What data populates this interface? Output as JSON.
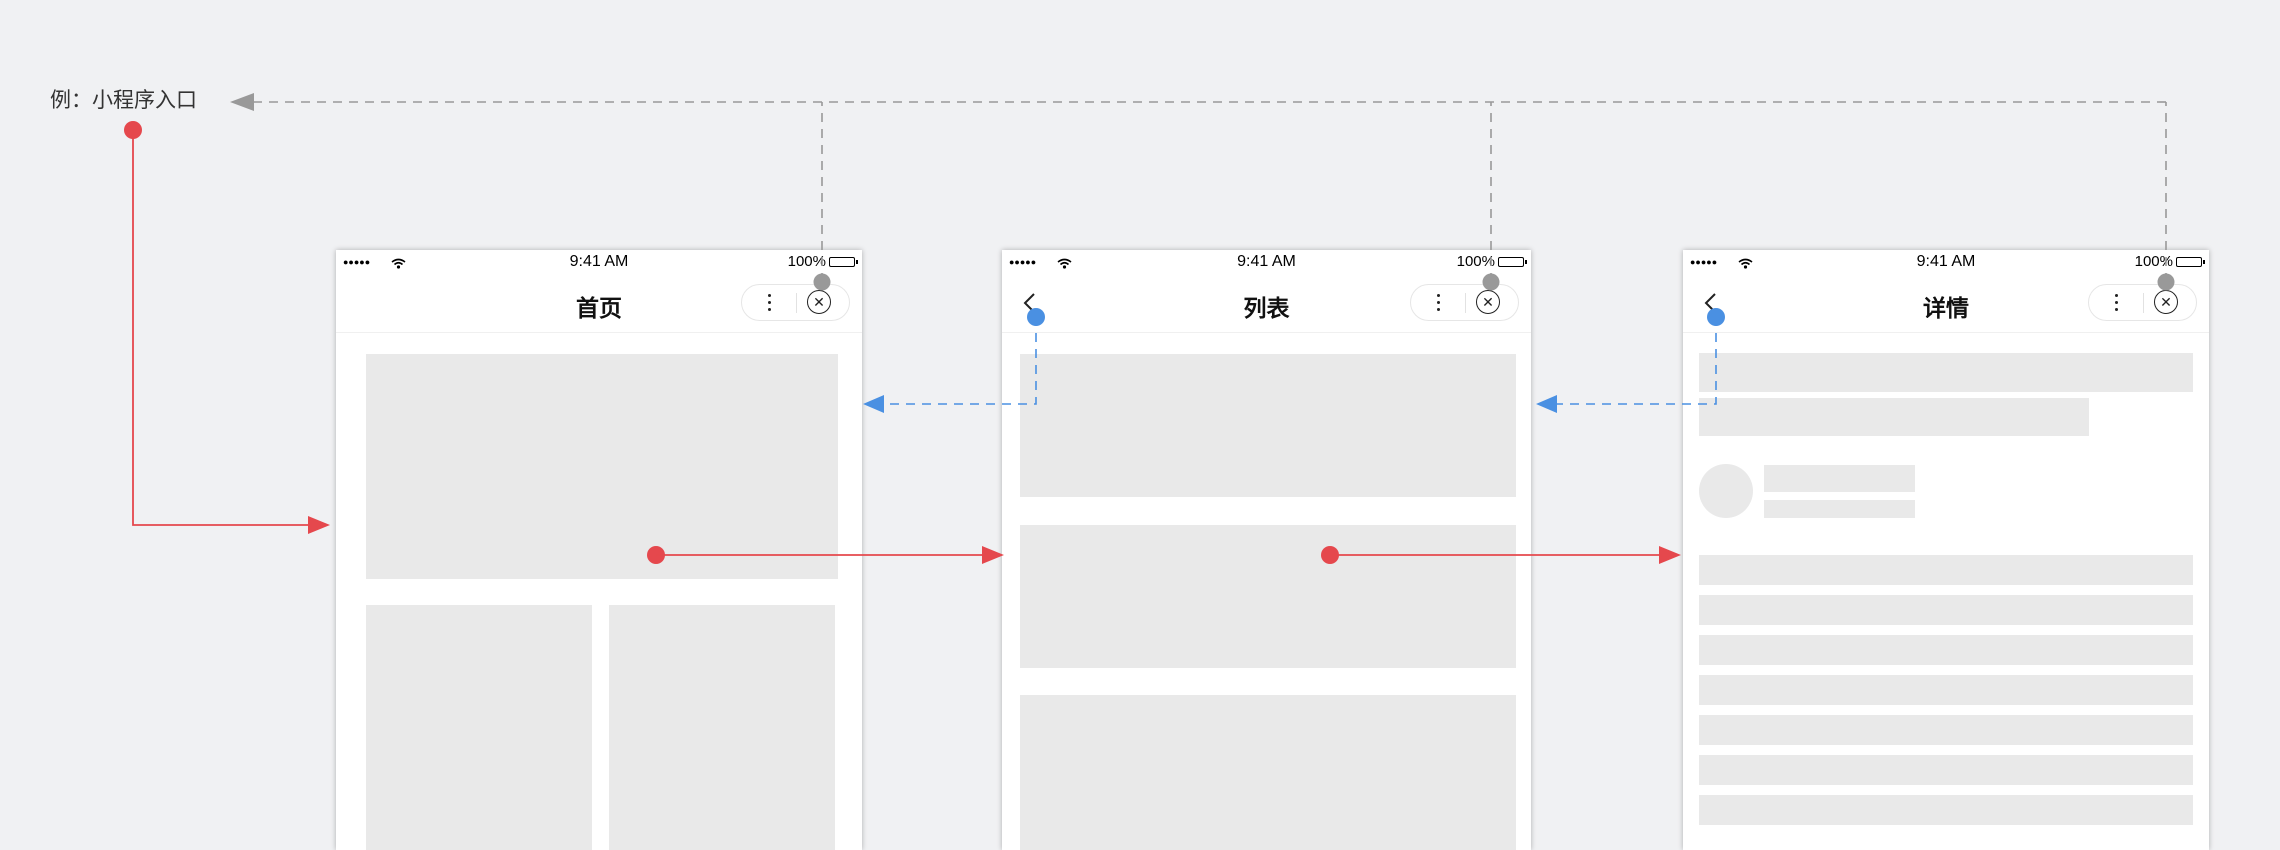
{
  "entry": {
    "label": "例：小程序入口"
  },
  "status_bar": {
    "time": "9:41 AM",
    "battery": "100%"
  },
  "pages": [
    {
      "title": "首页",
      "has_back": false
    },
    {
      "title": "列表",
      "has_back": true
    },
    {
      "title": "详情",
      "has_back": true
    }
  ],
  "icons": {
    "signal": "signal-dots-icon",
    "wifi": "wifi-icon",
    "battery": "battery-icon",
    "more": "more-dots-icon",
    "close": "close-circle-icon",
    "back": "chevron-left-icon"
  },
  "colors": {
    "background": "#f0f1f3",
    "forward_flow": "#e5484d",
    "back_flow": "#4a90e2",
    "exit_flow": "#999999",
    "placeholder": "#e9e9e9"
  }
}
